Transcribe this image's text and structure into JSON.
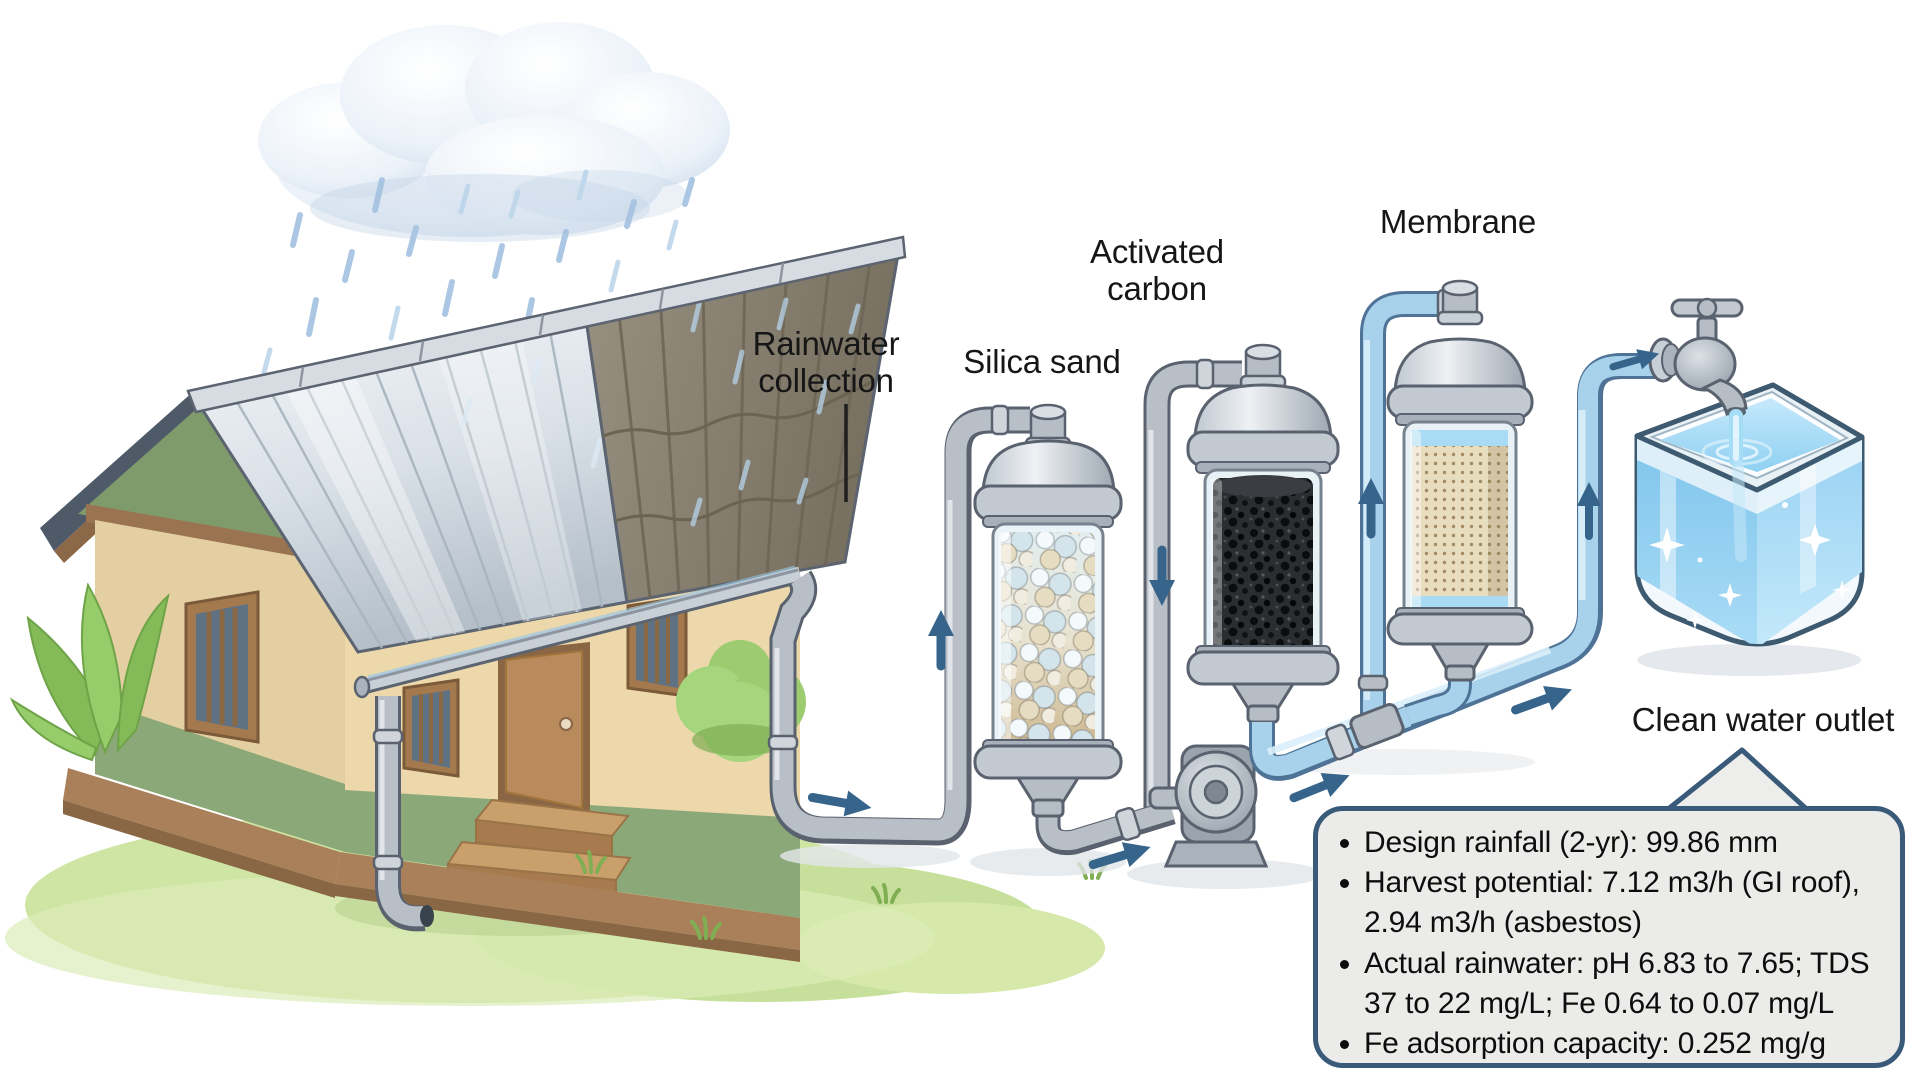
{
  "labels": {
    "rainwater_collection": {
      "line1": "Rainwater",
      "line2": "collection"
    },
    "silica_sand": "Silica sand",
    "activated_carbon": {
      "line1": "Activated",
      "line2": "carbon"
    },
    "membrane": "Membrane",
    "clean_water_outlet": "Clean water outlet"
  },
  "callout": {
    "items": [
      "Design rainfall (2-yr): 99.86 mm",
      "Harvest potential: 7.12 m3/h (GI roof), 2.94 m3/h (asbestos)",
      "Actual rainwater: pH 6.83 to 7.65; TDS 37 to 22 mg/L; Fe 0.64 to 0.07 mg/L",
      "Fe adsorption capacity: 0.252 mg/g"
    ]
  },
  "icons": {
    "flow_arrow": "triangle-arrow",
    "water_tap": "faucet",
    "rain_cloud": "cloud"
  },
  "colors": {
    "flow_arrow": "#36648b",
    "callout_border": "#3a5a7a",
    "callout_background": "#ebebe9",
    "pipe_gray": "#b9bfc7",
    "treated_water_blue": "#a8d2ec",
    "label_text": "#161616"
  }
}
